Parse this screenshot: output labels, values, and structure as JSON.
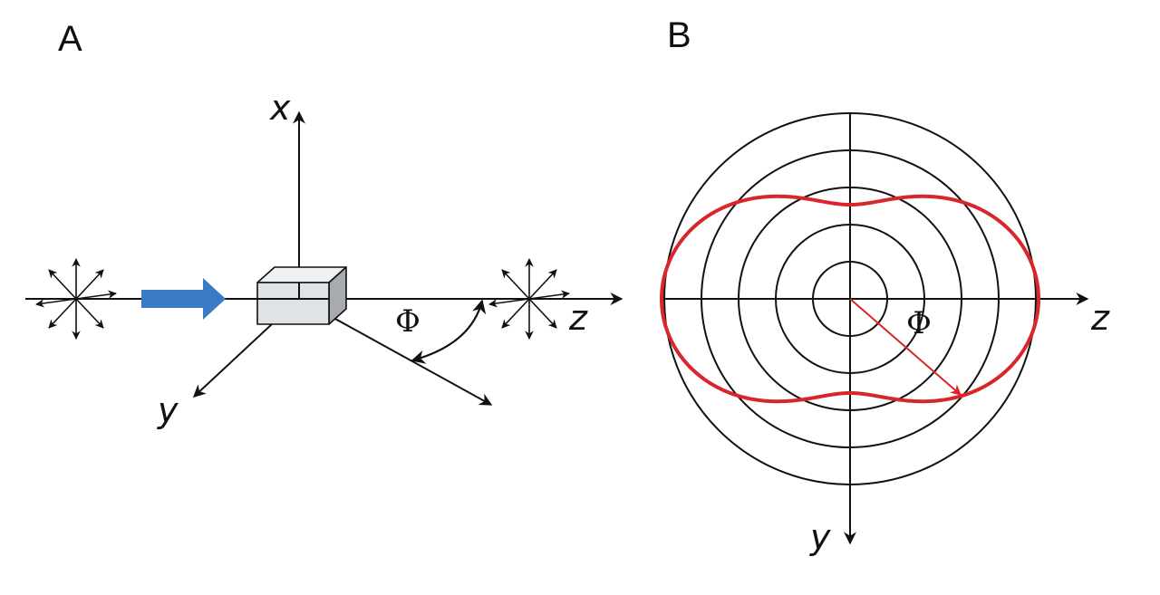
{
  "panel_a": {
    "label": "A",
    "axis_x_label": "x",
    "axis_y_label": "y",
    "axis_z_label": "z",
    "angle_label": "Φ",
    "beam_color": "#3a7bc4",
    "crystal_color": "#dfe2e6"
  },
  "panel_b": {
    "label": "B",
    "axis_z_label": "z",
    "axis_y_label": "y",
    "angle_label": "Φ",
    "curve_color": "#d9262b",
    "ring_count": 5
  }
}
